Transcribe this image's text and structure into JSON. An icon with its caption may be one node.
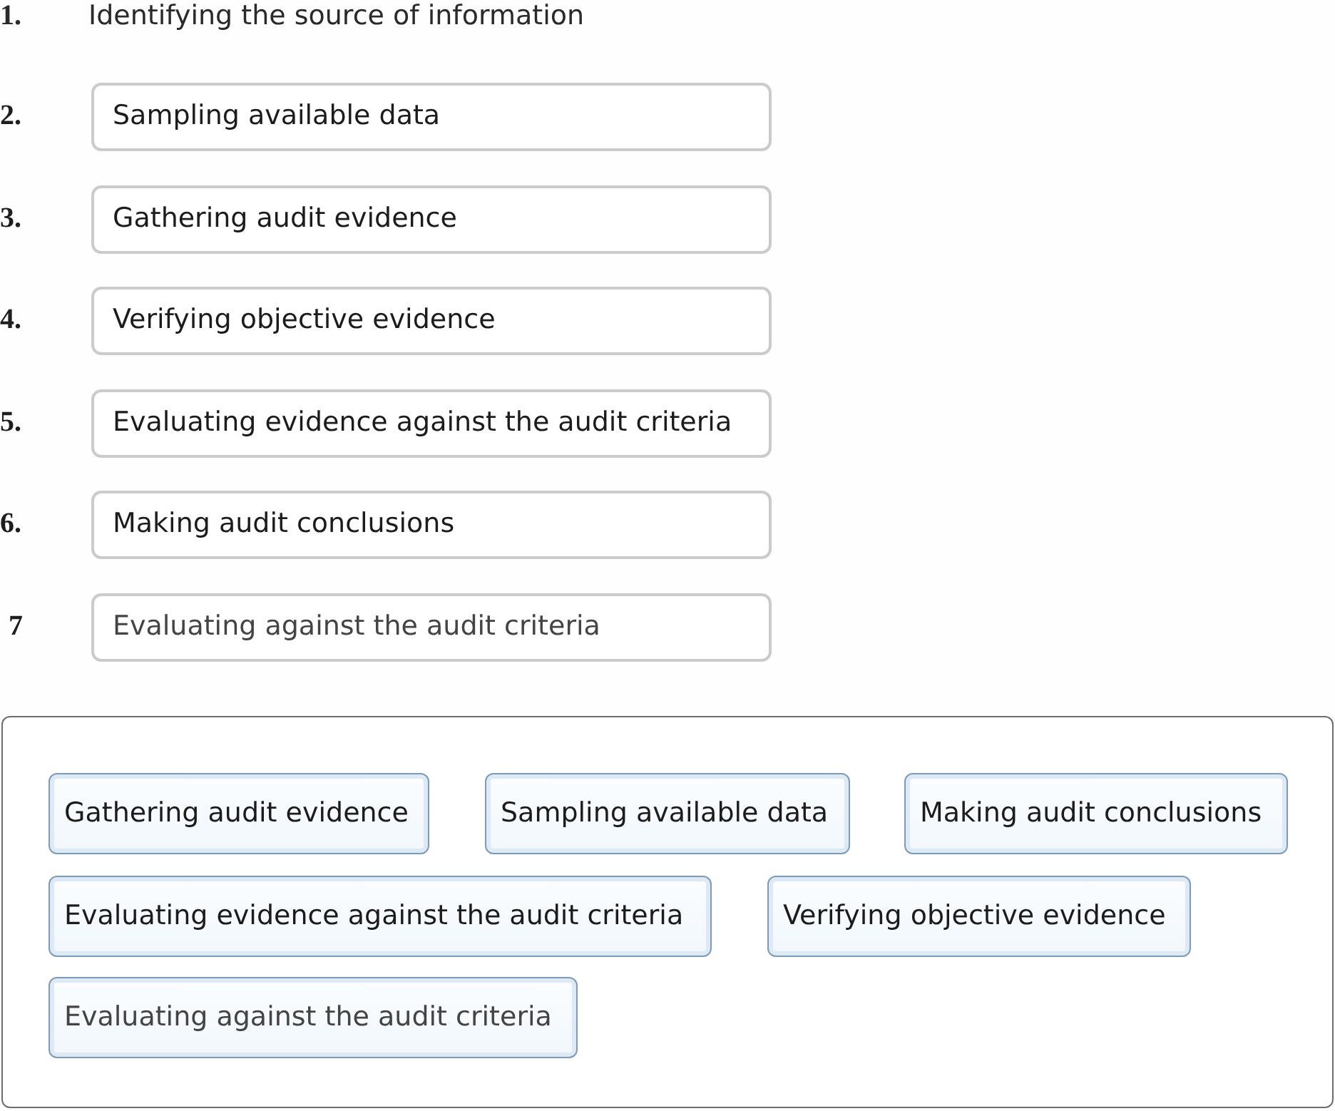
{
  "diagram": {
    "nodes": [
      {
        "text": [
          "Sampling available data"
        ],
        "beside": [
          "2."
        ]
      },
      {
        "text": [
          "Gathering audit evidence"
        ],
        "beside": [
          "3."
        ]
      },
      {
        "text": [
          "Verifying objective evidence"
        ],
        "beside": [
          "4."
        ]
      },
      {
        "text": [
          "Evaluating evidence against the audit criteria"
        ],
        "beside": [
          "5."
        ]
      },
      {
        "text": [
          "Making audit conclusions"
        ],
        "beside": [
          "6."
        ]
      },
      {
        "text": [
          "Evaluating against the audit criteria"
        ],
        "beside": [
          "7"
        ]
      },
      {
        "text": [],
        "shape": "box"
      },
      {
        "text": [
          "Gathering audit evidence"
        ],
        "in": 6
      },
      {
        "text": [
          "Sampling available data"
        ],
        "in": 6
      },
      {
        "text": [
          "Making audit conclusions"
        ],
        "in": 6
      },
      {
        "text": [
          "Evaluating evidence against the audit criteria"
        ],
        "in": 6
      },
      {
        "text": [
          "Verifying objective evidence"
        ],
        "in": 6
      },
      {
        "text": [
          "Evaluating against the audit criteria"
        ],
        "in": 6
      }
    ],
    "labels": [
      "1.",
      "Identifying the source of information"
    ]
  }
}
